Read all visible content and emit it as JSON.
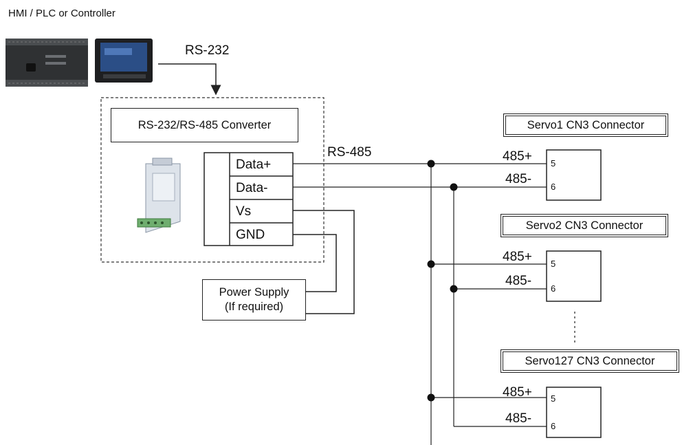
{
  "header": {
    "title": "HMI / PLC or Controller"
  },
  "links": {
    "rs232": "RS-232",
    "rs485": "RS-485"
  },
  "converter": {
    "title": "RS-232/RS-485 Converter",
    "terminals": [
      "Data+",
      "Data-",
      "Vs",
      "GND"
    ]
  },
  "power_supply": {
    "line1": "Power Supply",
    "line2": "(If required)"
  },
  "servos": [
    {
      "title": "Servo1 CN3 Connector",
      "sig_plus": "485+",
      "sig_minus": "485-",
      "pin_plus": "5",
      "pin_minus": "6"
    },
    {
      "title": "Servo2 CN3 Connector",
      "sig_plus": "485+",
      "sig_minus": "485-",
      "pin_plus": "5",
      "pin_minus": "6"
    },
    {
      "title": "Servo127 CN3 Connector",
      "sig_plus": "485+",
      "sig_minus": "485-",
      "pin_plus": "5",
      "pin_minus": "6"
    }
  ],
  "colors": {
    "line": "#222222",
    "plc_body": "#2f3133",
    "hmi_screen": "#2b4e86",
    "converter_body": "#dde3ea"
  },
  "icons": [
    "plc-device-icon",
    "hmi-panel-icon",
    "converter-device-icon"
  ]
}
